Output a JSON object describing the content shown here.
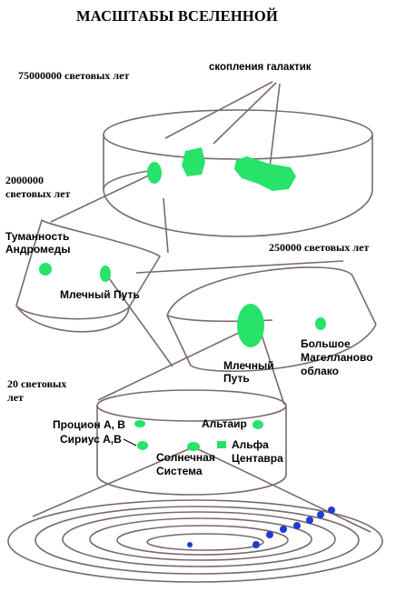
{
  "title": "МАСШТАБЫ   ВСЕЛЕННОЙ",
  "colors": {
    "outline": "#7a6a6a",
    "object_fill": "#27e36a",
    "planet_fill": "#1f3bd6",
    "text": "#000000"
  },
  "levels": {
    "clusters": {
      "distance": "75000000 световых лет",
      "objects_label": "скопления галактик"
    },
    "local_group": {
      "distance_line1": "2000000",
      "distance_line2": "световых лет",
      "andromeda_line1": "Туманность",
      "andromeda_line2": "Андромеды",
      "milky_way": "Млечный Путь"
    },
    "galaxy": {
      "distance": "250000 световых лет",
      "milky_way_line1": "Млечный",
      "milky_way_line2": "Путь",
      "lmc_line1": "Большое",
      "lmc_line2": "Магелланово",
      "lmc_line3": "облако"
    },
    "stars": {
      "distance_line1": "20 световых",
      "distance_line2": "лет",
      "procyon": "Процион А, В",
      "sirius": "Сириус А,В",
      "altair": "Альтаир",
      "sun_line1": "Солнечная",
      "sun_line2": "Система",
      "alpha_line1": "Альфа",
      "alpha_line2": "Центавра"
    }
  }
}
